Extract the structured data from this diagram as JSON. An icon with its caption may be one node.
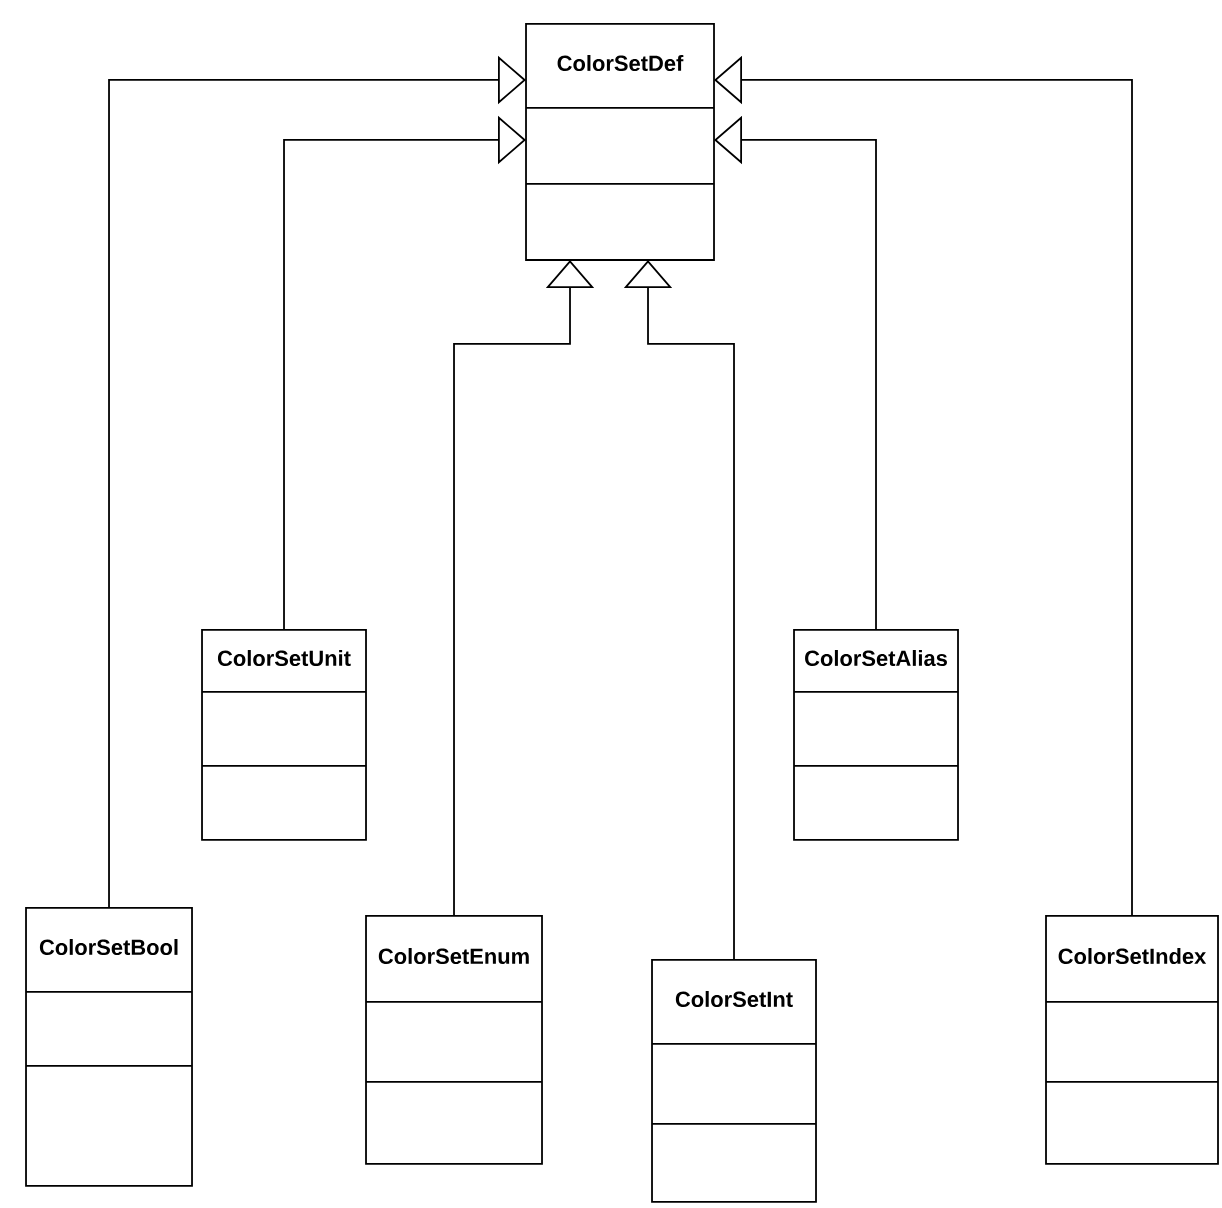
{
  "diagram": {
    "nodes": [
      {
        "text": [
          "ColorSetDef"
        ]
      },
      {
        "text": [
          "ColorSetUnit"
        ]
      },
      {
        "text": [
          "ColorSetAlias"
        ]
      },
      {
        "text": [
          "ColorSetBool"
        ]
      },
      {
        "text": [
          "ColorSetEnum"
        ]
      },
      {
        "text": [
          "ColorSetInt"
        ]
      },
      {
        "text": [
          "ColorSetIndex"
        ]
      }
    ],
    "edges": [
      {
        "from": 3,
        "to": 0,
        "arrow": "to"
      },
      {
        "from": 1,
        "to": 0,
        "arrow": "to"
      },
      {
        "from": 4,
        "to": 0,
        "arrow": "to"
      },
      {
        "from": 5,
        "to": 0,
        "arrow": "to"
      },
      {
        "from": 2,
        "to": 0,
        "arrow": "to"
      },
      {
        "from": 6,
        "to": 0,
        "arrow": "to"
      }
    ]
  }
}
